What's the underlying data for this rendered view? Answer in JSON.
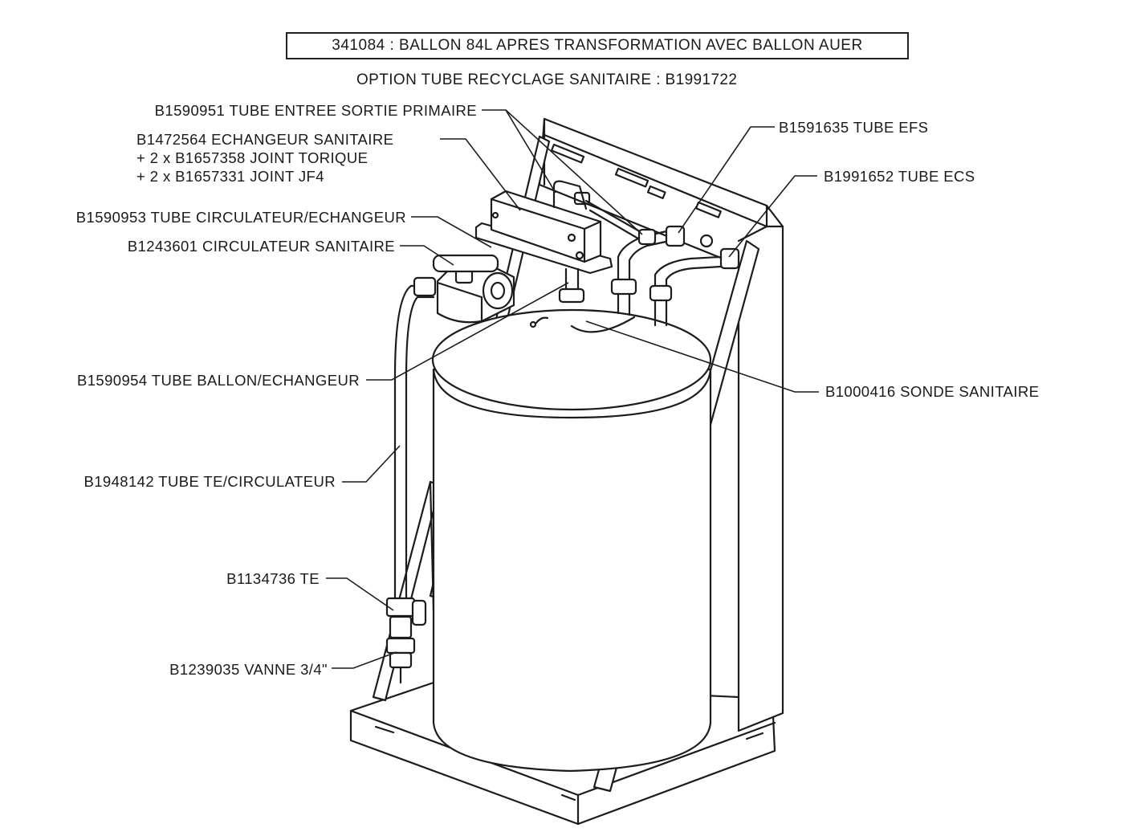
{
  "title": "341084 : BALLON 84L APRES TRANSFORMATION AVEC BALLON AUER",
  "subtitle": "OPTION TUBE RECYCLAGE SANITAIRE : B1991722",
  "labels": {
    "tube_entree_sortie": "B1590951 TUBE ENTREE SORTIE PRIMAIRE",
    "echangeur": "B1472564 ECHANGEUR SANITAIRE",
    "joint_torique": "+ 2 x B1657358 JOINT TORIQUE",
    "joint_jf4": "+ 2 x B1657331 JOINT JF4",
    "tube_circ_ech": "B1590953 TUBE CIRCULATEUR/ECHANGEUR",
    "circulateur": "B1243601 CIRCULATEUR SANITAIRE",
    "tube_ballon_ech": "B1590954 TUBE BALLON/ECHANGEUR",
    "tube_te_circ": "B1948142 TUBE TE/CIRCULATEUR",
    "te": "B1134736 TE",
    "vanne": "B1239035 VANNE 3/4\"",
    "tube_efs": "B1591635 TUBE EFS",
    "tube_ecs": "B1991652 TUBE ECS",
    "sonde": "B1000416 SONDE SANITAIRE"
  }
}
